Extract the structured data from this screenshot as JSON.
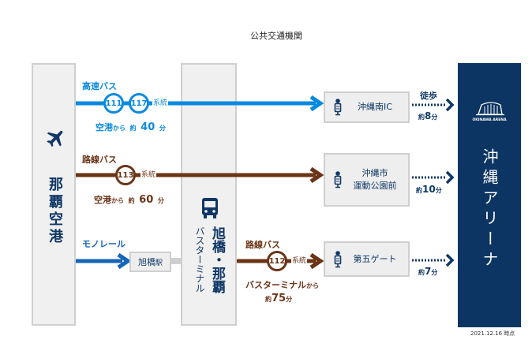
{
  "title": "公共交通機関",
  "colors": {
    "blue": "#0a8ade",
    "brown": "#6b3416",
    "navy": "#0f3766",
    "arena": "#0d3563",
    "hub_bg": "#f0f0f0",
    "hub_border": "#cfcfcf"
  },
  "origin": {
    "icon": "airplane-icon",
    "name": "那覇空港"
  },
  "terminal": {
    "icon": "bus-icon",
    "name": "旭橋・那覇",
    "sub": "バスターミナル"
  },
  "routes": {
    "express": {
      "label": "高速バス",
      "numbers": [
        "111",
        "117"
      ],
      "suffix": "系統",
      "time_prefix": "空港",
      "time_from": "から",
      "time_approx": "約",
      "time_value": "40",
      "time_unit": "分"
    },
    "local": {
      "label": "路線バス",
      "numbers": [
        "113"
      ],
      "suffix": "系統",
      "time_prefix": "空港",
      "time_from": "から",
      "time_approx": "約",
      "time_value": "60",
      "time_unit": "分"
    },
    "monorail": {
      "label": "モノレール",
      "station": "旭橋",
      "station_suffix": "駅"
    },
    "terminal_bus": {
      "label": "路線バス",
      "numbers": [
        "112"
      ],
      "suffix": "系統",
      "time_prefix": "バスターミナル",
      "time_from": "から",
      "time_approx": "約",
      "time_value": "75",
      "time_unit": "分"
    }
  },
  "stops": [
    {
      "icon": "bus-stop-icon",
      "name": "沖縄南IC",
      "walk_label": "徒歩",
      "approx": "約",
      "minutes": "8",
      "unit": "分"
    },
    {
      "icon": "bus-stop-icon",
      "name_line1": "沖縄市",
      "name_line2": "運動公園前",
      "approx": "約",
      "minutes": "10",
      "unit": "分"
    },
    {
      "icon": "bus-stop-icon",
      "name": "第五ゲート",
      "approx": "約",
      "minutes": "7",
      "unit": "分"
    }
  ],
  "destination": {
    "logo_text": "OKINAWA ARENA",
    "name": "沖縄アリーナ"
  },
  "footnote": "2021.12.16 時点"
}
